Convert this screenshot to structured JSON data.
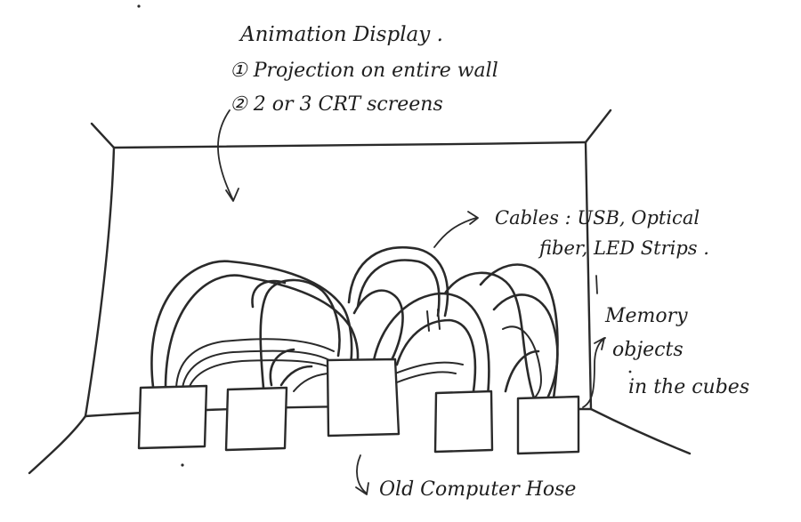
{
  "notes": {
    "display_title": "Animation Display .",
    "display_option_1": "① Projection on entire wall",
    "display_option_2": "② 2 or 3 CRT screens",
    "cables_line_1": "Cables : USB, Optical",
    "cables_line_2": "fiber, LED Strips .",
    "memory_line_1": "Memory",
    "memory_line_2": "objects",
    "memory_line_3": "in the cubes",
    "computer_label": "Old Computer Hose"
  }
}
